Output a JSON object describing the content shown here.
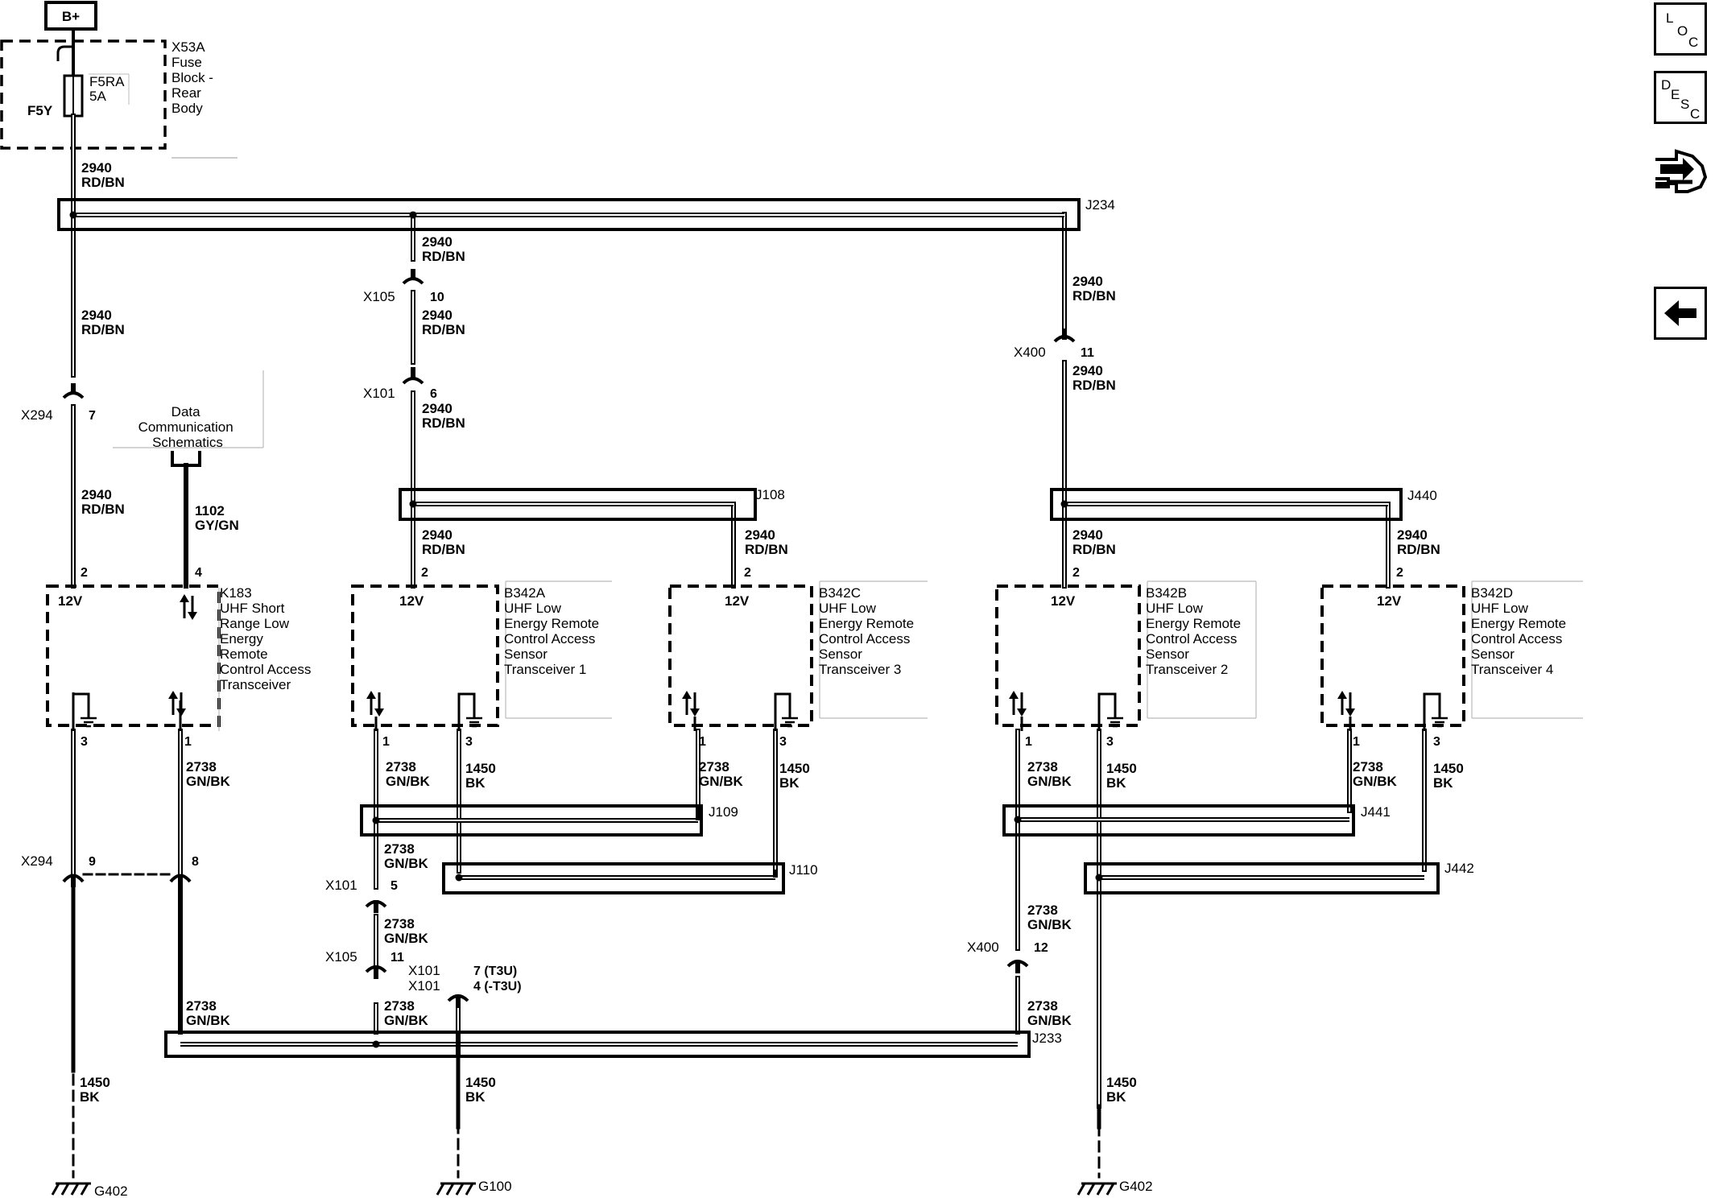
{
  "power": {
    "label": "B+"
  },
  "fuse_block": {
    "title": [
      "X53A",
      "Fuse",
      "Block -",
      "Rear",
      "Body"
    ],
    "fuse_name": "F5RA",
    "fuse_rating": "5A",
    "connector": "F5Y"
  },
  "wires": {
    "power_circuit": "2940",
    "power_color": "RD/BN",
    "data_circuit": "1102",
    "data_color": "GY/GN",
    "signal_circuit": "2738",
    "signal_color": "GN/BK",
    "ground_circuit": "1450",
    "ground_color": "BK"
  },
  "splices": {
    "j234": "J234",
    "j108": "J108",
    "j440": "J440",
    "j109": "J109",
    "j110": "J110",
    "j441": "J441",
    "j442": "J442",
    "j233": "J233"
  },
  "connectors": {
    "x294": "X294",
    "x105": "X105",
    "x101": "X101",
    "x400": "X400"
  },
  "pins": {
    "p7": "7",
    "p10": "10",
    "p6": "6",
    "p11": "11",
    "p2": "2",
    "p4": "4",
    "p3": "3",
    "p1": "1",
    "p9": "9",
    "p8": "8",
    "p5": "5",
    "p12": "12",
    "p7_t3u": "7 (T3U)",
    "p4_t3u": "4 (-T3U)"
  },
  "reference": {
    "text": [
      "Data",
      "Communication",
      "Schematics"
    ]
  },
  "modules": {
    "k183": [
      "K183",
      "UHF Short",
      "Range Low",
      "Energy",
      "Remote",
      "Control Access",
      "Transceiver"
    ],
    "b342a": [
      "B342A",
      "UHF Low",
      "Energy Remote",
      "Control Access",
      "Sensor",
      "Transceiver 1"
    ],
    "b342c": [
      "B342C",
      "UHF Low",
      "Energy Remote",
      "Control Access",
      "Sensor",
      "Transceiver 3"
    ],
    "b342b": [
      "B342B",
      "UHF Low",
      "Energy Remote",
      "Control Access",
      "Sensor",
      "Transceiver 2"
    ],
    "b342d": [
      "B342D",
      "UHF Low",
      "Energy Remote",
      "Control Access",
      "Sensor",
      "Transceiver 4"
    ],
    "voltage": "12V"
  },
  "grounds": {
    "g402": "G402",
    "g100": "G100"
  },
  "nav": {
    "loc": {
      "l": "L",
      "o": "O",
      "c": "C"
    },
    "desc": {
      "d": "D",
      "e": "E",
      "s": "S",
      "c": "C"
    }
  }
}
